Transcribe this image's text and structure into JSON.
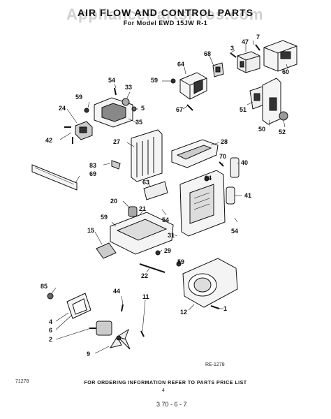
{
  "header": {
    "title": "AIR FLOW AND CONTROL PARTS",
    "subtitle": "For Model EWD 15JW R-1",
    "watermark": "AppliancePartsPros.com"
  },
  "labels": {
    "p1": "1",
    "p2": "2",
    "p3": "3",
    "p4": "4",
    "p5": "5",
    "p6": "6",
    "p7": "7",
    "p9": "9",
    "p11": "11",
    "p12": "12",
    "p15": "15",
    "p20": "20",
    "p21": "21",
    "p22": "22",
    "p24": "24",
    "p27": "27",
    "p28": "28",
    "p29": "29",
    "p31": "31",
    "p33": "33",
    "p35": "35",
    "p40": "40",
    "p41": "41",
    "p42": "42",
    "p44": "44",
    "p47": "47",
    "p50": "50",
    "p51": "51",
    "p52": "52",
    "p54a": "54",
    "p54b": "54",
    "p54c": "54",
    "p59a": "59",
    "p59b": "59",
    "p59c": "59",
    "p59d": "59",
    "p60": "60",
    "p63": "63",
    "p64": "64",
    "p67": "67",
    "p68": "68",
    "p69": "69",
    "p70": "70",
    "p83": "83",
    "p84": "84",
    "p85": "85"
  },
  "notes": {
    "diagram_code": "RE-1278",
    "left_code": "71278",
    "page_number": "4",
    "handwritten": "3 70 - 6 - 7"
  },
  "footer": {
    "text": "FOR ORDERING INFORMATION REFER TO PARTS PRICE LIST"
  }
}
